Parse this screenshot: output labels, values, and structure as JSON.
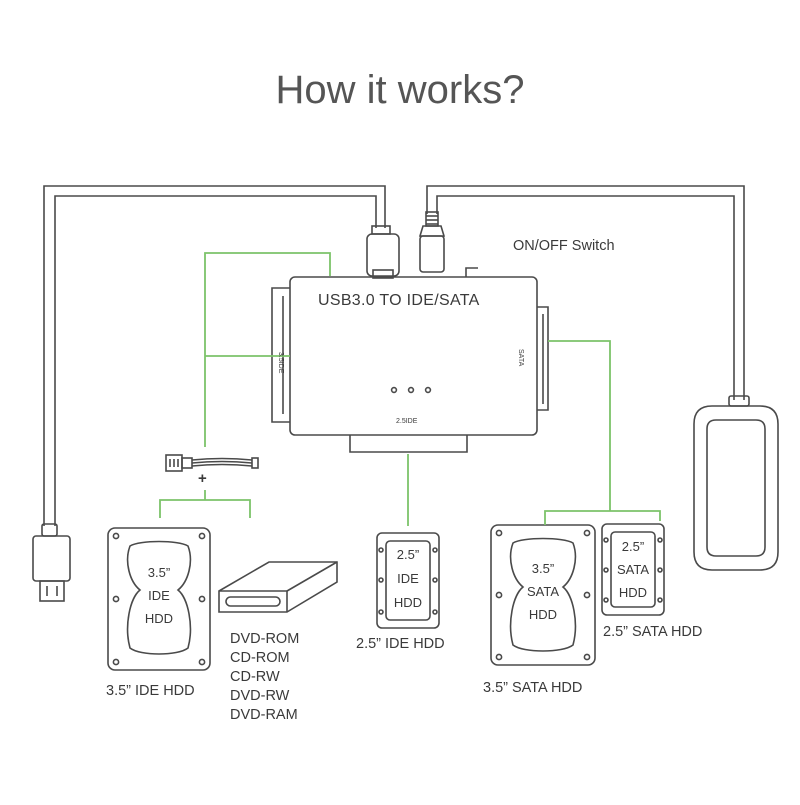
{
  "title": "How it works?",
  "colors": {
    "connector_line": "#7cc36a",
    "outline": "#4a4a4a",
    "background": "#ffffff"
  },
  "adapter": {
    "name": "USB3.0 TO IDE/SATA",
    "left_port": "3.5IDE",
    "right_port": "SATA",
    "bottom_port": "2.5IDE",
    "switch_label": "ON/OFF Switch"
  },
  "power_connector_symbol": "+",
  "drives": {
    "ide35": {
      "line1": "3.5”",
      "line2": "IDE",
      "line3": "HDD",
      "caption": "3.5”  IDE HDD"
    },
    "ide25": {
      "line1": "2.5”",
      "line2": "IDE",
      "line3": "HDD",
      "caption": "2.5”  IDE HDD"
    },
    "sata35": {
      "line1": "3.5”",
      "line2": "SATA",
      "line3": "HDD",
      "caption": "3.5”  SATA HDD"
    },
    "sata25": {
      "line1": "2.5”",
      "line2": "SATA",
      "line3": "HDD",
      "caption": "2.5”  SATA HDD"
    }
  },
  "optical_list": [
    "DVD-ROM",
    "CD-ROM",
    "CD-RW",
    "DVD-RW",
    "DVD-RAM"
  ],
  "icons": [
    "usb-plug-icon",
    "power-plug-icon",
    "power-adapter-icon",
    "molex-cable-icon",
    "optical-drive-icon",
    "hdd-icon"
  ]
}
